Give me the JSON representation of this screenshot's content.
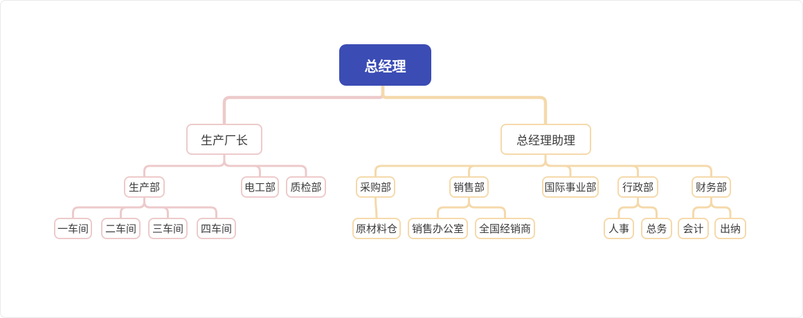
{
  "diagram": {
    "type": "org-chart-mindmap",
    "colors": {
      "root_fill": "#3b4cb4",
      "root_text": "#ffffff",
      "left_branch_line": "#edcacb",
      "right_branch_line": "#f5d9ab",
      "node_fill": "#ffffff",
      "node_text": "#3a3a3a",
      "canvas_border": "#e9e9e9"
    },
    "root": {
      "label": "总经理"
    },
    "left_branch": {
      "label": "生产厂长",
      "children": [
        {
          "label": "生产部",
          "children": [
            {
              "label": "一车间"
            },
            {
              "label": "二车间"
            },
            {
              "label": "三车间"
            },
            {
              "label": "四车间"
            }
          ]
        },
        {
          "label": "电工部",
          "children": []
        },
        {
          "label": "质检部",
          "children": []
        }
      ]
    },
    "right_branch": {
      "label": "总经理助理",
      "children": [
        {
          "label": "采购部",
          "children": [
            {
              "label": "原材料仓"
            }
          ]
        },
        {
          "label": "销售部",
          "children": [
            {
              "label": "销售办公室"
            },
            {
              "label": "全国经销商"
            }
          ]
        },
        {
          "label": "国际事业部",
          "children": []
        },
        {
          "label": "行政部",
          "children": [
            {
              "label": "人事"
            },
            {
              "label": "总务"
            }
          ]
        },
        {
          "label": "财务部",
          "children": [
            {
              "label": "会计"
            },
            {
              "label": "出纳"
            }
          ]
        }
      ]
    }
  }
}
